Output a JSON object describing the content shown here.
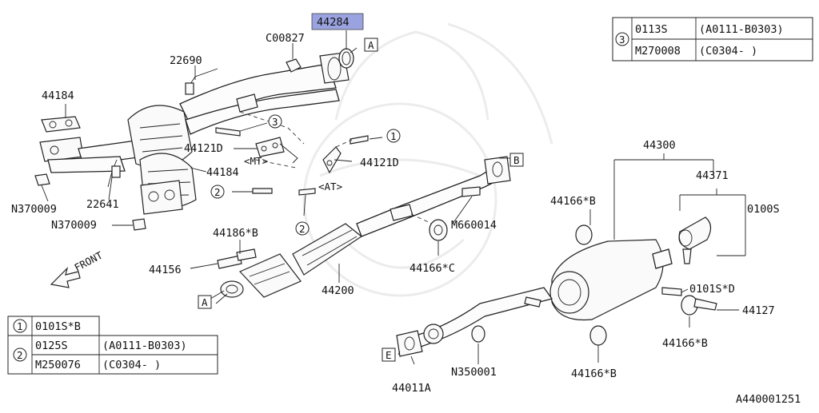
{
  "diagram": {
    "highlight_color": "#9aa3e0",
    "part_numbers": {
      "p44284": "44284",
      "c00827": "C00827",
      "p22690": "22690",
      "p44184_a": "44184",
      "p44184_b": "44184",
      "p44121d_mt": "44121D",
      "mt": "<MT>",
      "p44121d_at": "44121D",
      "at": "<AT>",
      "p22641": "22641",
      "n370009_a": "N370009",
      "n370009_b": "N370009",
      "p44186b": "44186*B",
      "p44156": "44156",
      "p44200": "44200",
      "m660014": "M660014",
      "p44166c": "44166*C",
      "p44300": "44300",
      "p44371": "44371",
      "p44166b_a": "44166*B",
      "p0100s": "0100S",
      "p0101sd": "0101S*D",
      "p44127": "44127",
      "p44166b_b": "44166*B",
      "p44166b_c": "44166*B",
      "n350001": "N350001",
      "p44011a": "44011A",
      "front": "FRONT"
    },
    "callouts": {
      "c1": "1",
      "c2a": "2",
      "c2b": "2",
      "c3": "3",
      "a_top": "A",
      "a_left": "A",
      "b_right": "B",
      "e_bottom": "E"
    },
    "legend_top": {
      "ref": "3",
      "rows": [
        {
          "part": "0113S",
          "range": "(A0111-B0303)"
        },
        {
          "part": "M270008",
          "range": "(C0304-      )"
        }
      ]
    },
    "legend_bottom": {
      "rows": [
        {
          "ref": "1",
          "part": "0101S*B",
          "range": ""
        },
        {
          "ref": "2",
          "part": "0125S",
          "range": "(A0111-B0303)"
        },
        {
          "ref": "",
          "part": "M250076",
          "range": "(C0304-      )"
        }
      ]
    },
    "figure_id": "A440001251"
  }
}
